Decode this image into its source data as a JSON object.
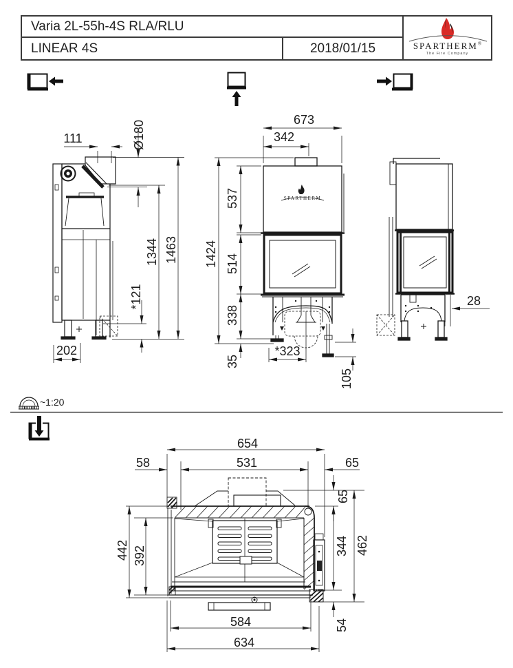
{
  "title_block": {
    "product": "Varia 2L-55h-4S RLA/RLU",
    "series": "LINEAR 4S",
    "date": "2018/01/15",
    "brand": "SPARTHERM",
    "brand_reg": "®",
    "brand_tagline": "The Fire Company"
  },
  "scale_note": "~1:20",
  "left_view": {
    "dims": {
      "flue_setback": "111",
      "flue_diameter": "Ø180",
      "body_height": "1344",
      "total_height": "1463",
      "base_clearance": "*121",
      "base_depth": "202"
    }
  },
  "front_view": {
    "logo_text": "SPARTHERM",
    "dims": {
      "overall_width": "673",
      "flue_offset": "342",
      "hood_height": "537",
      "total_height": "1424",
      "glass_height": "514",
      "base_height": "338",
      "floor_gap": "35",
      "foot_span": "*323",
      "foot_travel": "105"
    }
  },
  "right_view": {
    "dims": {
      "panel_offset": "28"
    }
  },
  "plan_view": {
    "dims": {
      "overall_width": "654",
      "side_glass_depth": "58",
      "inner_width": "531",
      "right_wall": "65",
      "flue_chamber_depth": "65",
      "left_depth": "442",
      "inner_depth": "392",
      "glass_span_depth": "344",
      "total_depth": "462",
      "door_width": "584",
      "overall_bottom_width": "634",
      "latch_offset": "54"
    }
  }
}
